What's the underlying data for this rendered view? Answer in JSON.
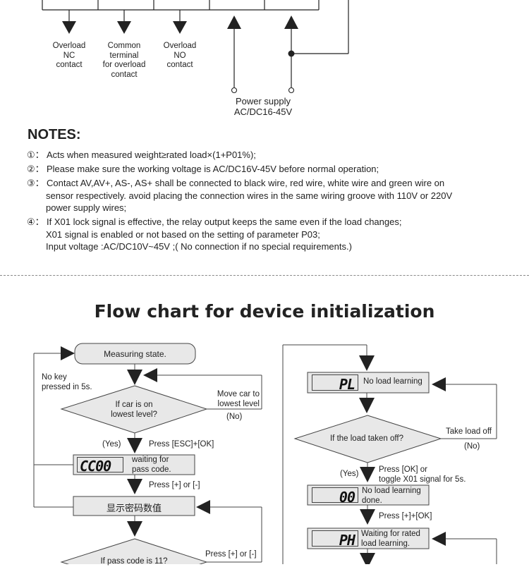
{
  "wiring": {
    "outputs": [
      {
        "text": "Overload\nNC\ncontact"
      },
      {
        "text": "Common\nterminal\nfor overload\ncontact"
      },
      {
        "text": "Overload\nNO\ncontact"
      }
    ],
    "power_supply": "Power supply\nAC/DC16-45V"
  },
  "notes": {
    "title": "NOTES:",
    "items": [
      {
        "mark": "①：",
        "lines": [
          "Acts when measured weight≥rated load×(1+P01%);"
        ]
      },
      {
        "mark": "②：",
        "lines": [
          "Please make sure the working voltage is AC/DC16V-45V before normal operation;"
        ]
      },
      {
        "mark": "③：",
        "lines": [
          "Contact AV,AV+, AS-, AS+ shall be connected to black wire, red wire, white wire and green wire on",
          "sensor respectively. avoid placing the connection wires in the same wiring groove with 110V or 220V",
          "power supply wires;"
        ]
      },
      {
        "mark": "④：",
        "lines": [
          "If X01 lock signal is effective, the relay output keeps the same even if the load  changes;",
          "X01 signal is enabled or not based on the setting of parameter P03;",
          "Input voltage :AC/DC10V~45V ;( No connection if no special requirements.)"
        ]
      }
    ]
  },
  "flow": {
    "title": "Flow chart for device initialization",
    "left": {
      "measuring_state": "Measuring state.",
      "no_key": "No key\npressed in 5s.",
      "if_car": "If car is on\nlowest level?",
      "move_car": "Move car to\nlowest level",
      "no1": "(No)",
      "yes1": "(Yes)",
      "press_esc_ok": "Press [ESC]+[OK]",
      "display1": "CC00",
      "waiting_pass": "waiting for\npass code.",
      "press_plus_minus": "Press [+] or [-]",
      "show_pass": "显示密码数值",
      "press_plus_minus2": "Press [+] or [-]",
      "if_pass": "If pass code is 11?"
    },
    "right": {
      "display_pl": "PL",
      "no_load_learning": "No load learning",
      "if_load_off": "If the load taken off?",
      "take_load_off": "Take load off",
      "no2": "(No)",
      "yes2": "(Yes)",
      "press_ok": "Press [OK] or\ntoggle X01 signal for 5s.",
      "display_00": "00",
      "no_load_done": "No load learning\ndone.",
      "press_plus_ok": "Press [+]+[OK]",
      "display_ph": "PH",
      "waiting_rated": "Waiting for rated\nload learning."
    }
  }
}
